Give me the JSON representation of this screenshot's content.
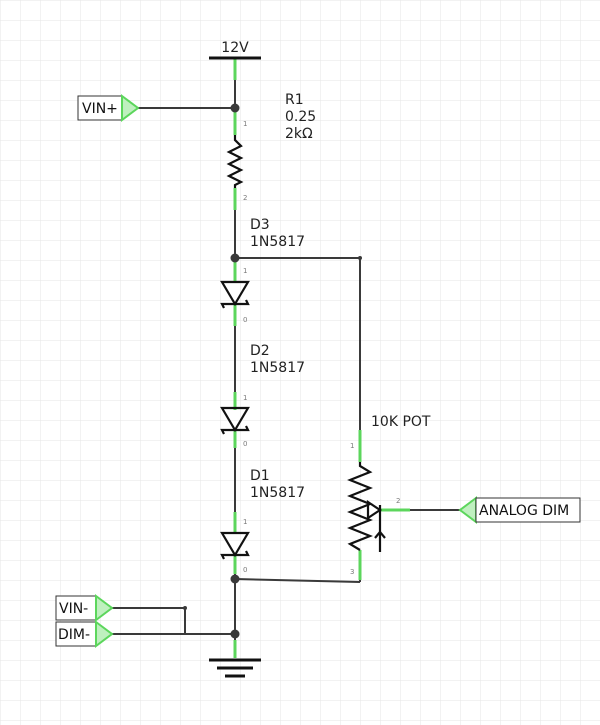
{
  "power": {
    "label": "12V"
  },
  "ground": {
    "label": ""
  },
  "ports": {
    "vin_plus": "VIN+",
    "vin_minus": "VIN-",
    "dim_minus": "DIM-",
    "analog_dim": "ANALOG DIM"
  },
  "components": {
    "r1": {
      "ref": "R1",
      "power": "0.25",
      "value": "2kΩ",
      "pin1": "1",
      "pin2": "2"
    },
    "d3": {
      "ref": "D3",
      "part": "1N5817",
      "pin1": "1",
      "pin2": "0"
    },
    "d2": {
      "ref": "D2",
      "part": "1N5817",
      "pin1": "1",
      "pin2": "0"
    },
    "d1": {
      "ref": "D1",
      "part": "1N5817",
      "pin1": "1",
      "pin2": "0"
    },
    "pot": {
      "ref": "10K POT",
      "pin1": "1",
      "pin2": "2",
      "pin3": "3"
    }
  },
  "colors": {
    "background": "#ffffff",
    "grid": "#e6e6e6",
    "wire": "#3a3a3a",
    "pin_highlight": "#5cd65c",
    "port_fill": "#bff0bf"
  }
}
